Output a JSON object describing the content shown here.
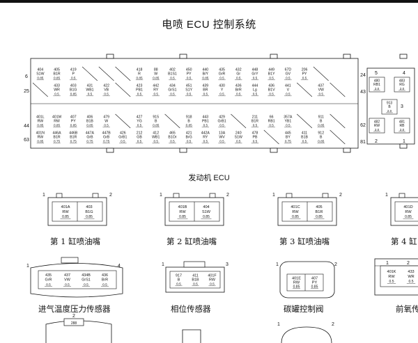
{
  "title": "电喷 ECU 控制系统",
  "ecu_label": "发动机 ECU",
  "ecu_connector": {
    "row1_start": "6",
    "row1_end": "24",
    "row2_start": "25",
    "row2_end": "43",
    "row3_start": "44",
    "row3_end": "62",
    "row4_start": "63",
    "row4_end": "81",
    "right_pins": [
      "5",
      "4",
      "3",
      "2",
      "1"
    ],
    "row1": [
      {
        "w": "404",
        "c": "S1W",
        "g": "0.85"
      },
      {
        "w": "405",
        "c": "B1R",
        "g": "0.85"
      },
      {
        "w": "419",
        "c": "P",
        "g": "0.5"
      },
      null,
      null,
      null,
      {
        "w": "418",
        "c": "R",
        "g": "0.85"
      },
      {
        "w": "88",
        "c": "W",
        "g": "0.85"
      },
      {
        "w": "402",
        "c": "B1S1",
        "g": "0.5"
      },
      {
        "w": "450",
        "c": "PY",
        "g": "0.5"
      },
      {
        "w": "440",
        "c": "B/Y",
        "g": "0.85"
      },
      {
        "w": "435",
        "c": "GrR",
        "g": "0.5"
      },
      {
        "w": "432",
        "c": "Gr",
        "g": "0.5"
      },
      {
        "w": "448",
        "c": "GrY",
        "g": "0.5"
      },
      {
        "w": "449",
        "c": "B1Y",
        "g": "0.5"
      },
      {
        "w": "67D",
        "c": "GV",
        "g": "0.5"
      },
      {
        "w": "206",
        "c": "PY",
        "g": "0.5"
      },
      null
    ],
    "row2": [
      null,
      {
        "w": "433",
        "c": "WR",
        "g": "0.5"
      },
      {
        "w": "403",
        "c": "B1G",
        "g": "0.85"
      },
      {
        "w": "431",
        "c": "WB1",
        "g": "0.5"
      },
      {
        "w": "422",
        "c": "VB",
        "g": "0.5"
      },
      null,
      {
        "w": "423",
        "c": "PB1",
        "g": "0.5"
      },
      {
        "w": "442",
        "c": "RY",
        "g": "0.5"
      },
      {
        "w": "434",
        "c": "GrS1",
        "g": "0.5"
      },
      {
        "w": "451",
        "c": "S1Y",
        "g": "0.5"
      },
      {
        "w": "439",
        "c": "BR",
        "g": "0.5"
      },
      {
        "w": "430",
        "c": "Y",
        "g": "0.5"
      },
      {
        "w": "436",
        "c": "BrR",
        "g": "0.5"
      },
      {
        "w": "444",
        "c": "Lg",
        "g": "0.5"
      },
      {
        "w": "436",
        "c": "B1V",
        "g": "0.5"
      },
      {
        "w": "441",
        "c": "V",
        "g": "0.5"
      },
      null,
      {
        "w": "437",
        "c": "VW",
        "g": "0.5"
      },
      null
    ],
    "row3": [
      {
        "w": "401L",
        "c": "RW",
        "g": "0.85"
      },
      {
        "w": "401M",
        "c": "RW",
        "g": "0.85"
      },
      {
        "w": "407",
        "c": "PY",
        "g": "0.85"
      },
      {
        "w": "406",
        "c": "B1B",
        "g": "0.85"
      },
      {
        "w": "479",
        "c": "W",
        "g": "0.5"
      },
      null,
      {
        "w": "427",
        "c": "YG",
        "g": "0.5"
      },
      {
        "w": "915",
        "c": "B",
        "g": "0.85"
      },
      null,
      {
        "w": "918",
        "c": "B",
        "g": "0.85"
      },
      {
        "w": "443",
        "c": "PB1",
        "g": "0.5"
      },
      {
        "w": "429",
        "c": "GrB1",
        "g": "0.5"
      },
      null,
      {
        "w": "211",
        "c": "B1R",
        "g": "0.5"
      },
      {
        "w": "66",
        "c": "RB1",
        "g": "0.5"
      },
      {
        "w": "357A",
        "c": "YB1",
        "g": "0.5"
      },
      null,
      {
        "w": "911",
        "c": "B",
        "g": "0.85"
      },
      null
    ],
    "row4": [
      {
        "w": "401N",
        "c": "RW",
        "g": "0.85"
      },
      {
        "w": "446A",
        "c": "B1R",
        "g": "0.75"
      },
      {
        "w": "446B",
        "c": "B1R",
        "g": "0.75"
      },
      {
        "w": "447A",
        "c": "GrB",
        "g": "0.75"
      },
      {
        "w": "447B",
        "c": "GrB",
        "g": "0.75"
      },
      {
        "w": "426",
        "c": "GrB1",
        "g": "0.5"
      },
      {
        "w": "212",
        "c": "GB",
        "g": "0.5"
      },
      {
        "w": "412",
        "c": "WB1",
        "g": "0.5"
      },
      {
        "w": "465",
        "c": "B1Or",
        "g": "0.5"
      },
      {
        "w": "421",
        "c": "BrG",
        "g": "0.5"
      },
      {
        "w": "442A",
        "c": "RY",
        "g": "0.5"
      },
      {
        "w": "13A",
        "c": "WV",
        "g": "0.5"
      },
      {
        "w": "240",
        "c": "S1W",
        "g": "0.5"
      },
      {
        "w": "478",
        "c": "PB",
        "g": "0.5"
      },
      null,
      {
        "w": "445",
        "c": "BY",
        "g": "0.75"
      },
      {
        "w": "411",
        "c": "B1B",
        "g": "0.5"
      },
      {
        "w": "912",
        "c": "B",
        "g": "0.85"
      },
      null
    ],
    "right_boxes": [
      {
        "w": "480",
        "c": "RB1",
        "g": "2.0"
      },
      {
        "w": "483",
        "c": "RG",
        "g": "2.0"
      },
      {
        "w": "913",
        "c": "B",
        "g": "2.0"
      },
      {
        "w": "482",
        "c": "RW",
        "g": "2.0"
      },
      {
        "w": "481",
        "c": "RB",
        "g": "2.0"
      }
    ]
  },
  "injectors": [
    {
      "label": "第 1 缸喷油嘴",
      "pin_left": "1",
      "pin_right": "2",
      "a": {
        "w": "401A",
        "c": "RW",
        "g": "0.85"
      },
      "b": {
        "w": "403",
        "c": "B1G",
        "g": "0.85"
      }
    },
    {
      "label": "第 2 缸喷油嘴",
      "pin_left": "1",
      "pin_right": "2",
      "a": {
        "w": "401B",
        "c": "RW",
        "g": "0.85"
      },
      "b": {
        "w": "404",
        "c": "S1W",
        "g": "0.85"
      }
    },
    {
      "label": "第 3 缸喷油嘴",
      "pin_left": "1",
      "pin_right": "2",
      "a": {
        "w": "401C",
        "c": "RW",
        "g": "0.85"
      },
      "b": {
        "w": "405",
        "c": "B1R",
        "g": "0.85"
      }
    },
    {
      "label": "第 4 缸",
      "pin_left": "1",
      "a": {
        "w": "401D",
        "c": "RW",
        "g": "0.85"
      }
    }
  ],
  "intake_sensor": {
    "label": "进气温度压力传感器",
    "pin_left": "1",
    "pin_right": "4",
    "pins": [
      {
        "w": "435",
        "c": "GrR",
        "g": "0.5"
      },
      {
        "w": "437",
        "c": "VW",
        "g": "0.5"
      },
      {
        "w": "434B",
        "c": "GrS1",
        "g": "0.5"
      },
      {
        "w": "436",
        "c": "BrR",
        "g": "0.5"
      }
    ]
  },
  "phase_sensor": {
    "label": "相位传感器",
    "pin_left": "1",
    "pin_right": "3",
    "pins": [
      {
        "w": "917",
        "c": "B",
        "g": "0.5"
      },
      {
        "w": "411",
        "c": "B1B",
        "g": "0.5"
      },
      {
        "w": "401F",
        "c": "RW",
        "g": "0.5"
      }
    ]
  },
  "canister_valve": {
    "label": "碳罐控制阀",
    "pin_left": "1",
    "pin_right": "2",
    "pins": [
      {
        "w": "401E",
        "c": "RW",
        "g": "0.85"
      },
      {
        "w": "407",
        "c": "PY",
        "g": "0.85"
      }
    ]
  },
  "o2_sensor": {
    "label": "前氧传",
    "pin_left": "1",
    "pin_right": "2",
    "pins": [
      {
        "w": "401K",
        "c": "RW",
        "g": "0.5"
      },
      {
        "w": "433",
        "c": "WR",
        "g": "0.5"
      }
    ]
  },
  "bottom_partial": {
    "pin_top": "2",
    "wire": "288",
    "pin_left": "1",
    "pin_right": "2"
  }
}
